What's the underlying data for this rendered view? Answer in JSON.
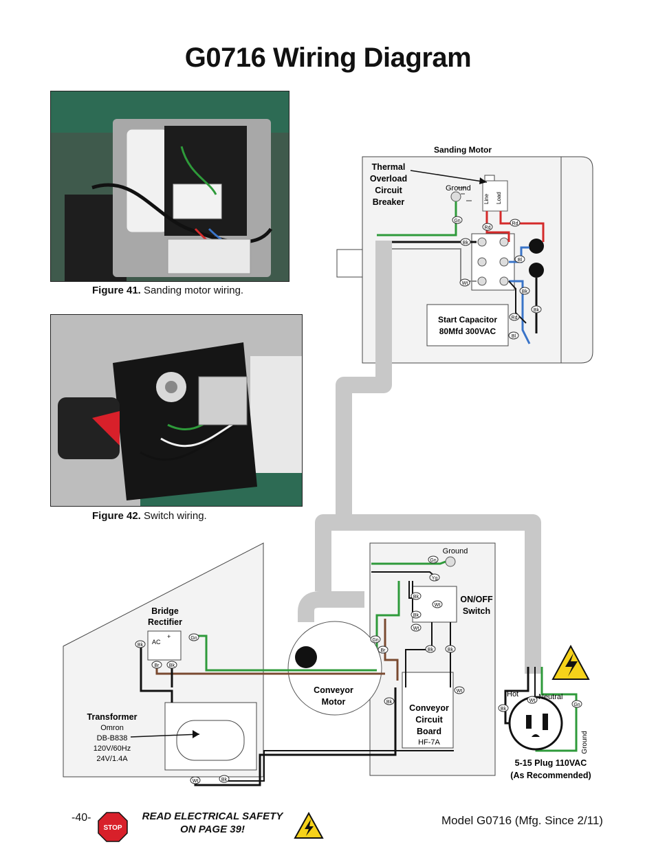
{
  "page": {
    "title": "G0716 Wiring Diagram",
    "page_number": "-40-",
    "model": "Model G0716 (Mfg. Since 2/11)",
    "safety_notice_line1": "READ ELECTRICAL SAFETY",
    "safety_notice_line2": "ON PAGE 39!",
    "stop_sign_text": "STOP"
  },
  "figures": [
    {
      "label": "Figure 41.",
      "caption": "Sanding motor wiring."
    },
    {
      "label": "Figure 42.",
      "caption": "Switch wiring."
    }
  ],
  "diagram": {
    "sanding_motor_title": "Sanding Motor",
    "thermal": [
      "Thermal",
      "Overload",
      "Circuit",
      "Breaker"
    ],
    "ground": "Ground",
    "line": "Line",
    "load": "Load",
    "capacitor": [
      "Start Capacitor",
      "80Mfd 300VAC"
    ],
    "switch": [
      "ON/OFF",
      "Switch"
    ],
    "conveyor_motor": [
      "Conveyor",
      "Motor"
    ],
    "conveyor_board": [
      "Conveyor",
      "Circuit",
      "Board"
    ],
    "board_model": "HF-7A",
    "bridge": [
      "Bridge",
      "Rectifier"
    ],
    "ac": "AC",
    "plus": "+",
    "transformer_title": "Transformer",
    "transformer_specs": [
      "Omron",
      "DB-B838",
      "120V/60Hz",
      "24V/1.4A"
    ],
    "plug": [
      "5-15 Plug 110VAC",
      "(As Recommended)"
    ],
    "hot": "Hot",
    "neutral": "Neutral",
    "wire_codes": {
      "gn": "Gn",
      "bk": "Bk",
      "wt": "Wt",
      "rd": "Rd",
      "bl": "Bl",
      "br": "Br",
      "yg": "Yg"
    }
  },
  "colors": {
    "green_wire": "#2e9a3a",
    "red_wire": "#d42a2a",
    "blue_wire": "#3a74c8",
    "brown_wire": "#7a4a30",
    "conduit": "#c8c8c8",
    "panel": "#f3f3f3",
    "warning_yellow": "#f6d21a",
    "stop_red": "#d8202a"
  }
}
